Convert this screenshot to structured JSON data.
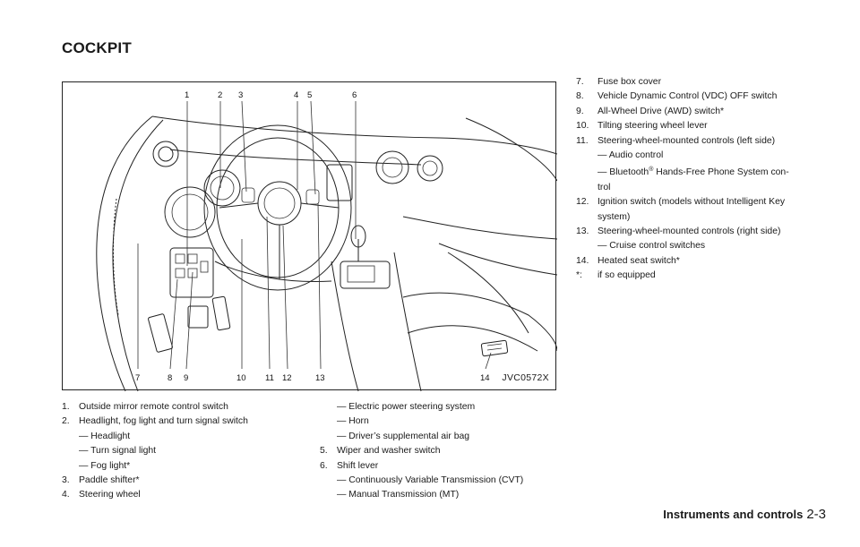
{
  "page": {
    "heading": "COCKPIT",
    "footer_section": "Instruments and controls",
    "footer_page": "2-3"
  },
  "figure": {
    "id": "JVC0572X",
    "callouts_top": [
      "1",
      "2",
      "3",
      "4",
      "5",
      "6"
    ],
    "callouts_bottom": [
      "7",
      "8",
      "9",
      "10",
      "11",
      "12",
      "13",
      "14"
    ]
  },
  "list_left": [
    {
      "num": "1.",
      "text": "Outside mirror remote control switch"
    },
    {
      "num": "2.",
      "text": "Headlight, fog light and turn signal switch"
    },
    {
      "sub": "— Headlight"
    },
    {
      "sub": "— Turn signal light"
    },
    {
      "sub": "— Fog light*"
    },
    {
      "num": "3.",
      "text": "Paddle shifter*"
    },
    {
      "num": "4.",
      "text": "Steering wheel"
    }
  ],
  "list_mid": [
    {
      "sub": "— Electric power steering system"
    },
    {
      "sub": "— Horn"
    },
    {
      "sub": "— Driver’s supplemental air bag"
    },
    {
      "num": "5.",
      "text": "Wiper and washer switch"
    },
    {
      "num": "6.",
      "text": "Shift lever"
    },
    {
      "sub": "— Continuously Variable Transmission (CVT)"
    },
    {
      "sub": "— Manual Transmission (MT)"
    }
  ],
  "list_right": [
    {
      "num": "7.",
      "text": "Fuse box cover"
    },
    {
      "num": "8.",
      "text": "Vehicle Dynamic Control (VDC) OFF switch"
    },
    {
      "num": "9.",
      "text": "All-Wheel Drive (AWD) switch*"
    },
    {
      "num": "10.",
      "text": "Tilting steering wheel lever"
    },
    {
      "num": "11.",
      "text": "Steering-wheel-mounted controls (left side)"
    },
    {
      "sub": "— Audio control"
    },
    {
      "sub_pre": "— Bluetooth",
      "sup": "®",
      "sub_post": " Hands-Free Phone System con-"
    },
    {
      "cont": "trol"
    },
    {
      "num": "12.",
      "text": "Ignition switch (models without Intelligent Key"
    },
    {
      "cont": "system)"
    },
    {
      "num": "13.",
      "text": "Steering-wheel-mounted controls (right side)"
    },
    {
      "sub": "— Cruise control switches"
    },
    {
      "num": "14.",
      "text": "Heated seat switch*"
    },
    {
      "num": "*:",
      "text": "if so equipped"
    }
  ]
}
